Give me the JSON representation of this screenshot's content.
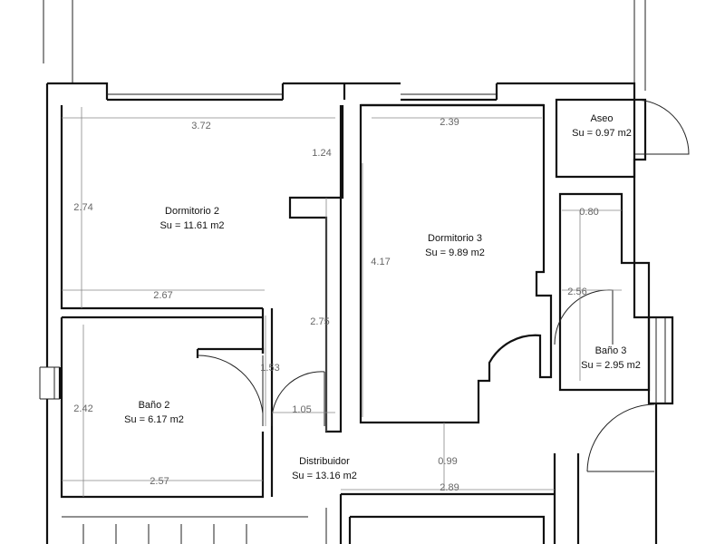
{
  "rooms": [
    {
      "name": "Dormitorio 2",
      "area": "Su = 11.61 m2"
    },
    {
      "name": "Dormitorio 3",
      "area": "Su = 9.89 m2"
    },
    {
      "name": "Aseo",
      "area": "Su = 0.97 m2"
    },
    {
      "name": "Baño 3",
      "area": "Su = 2.95 m2"
    },
    {
      "name": "Baño 2",
      "area": "Su = 6.17 m2"
    },
    {
      "name": "Distribuidor",
      "area": "Su = 13.16 m2"
    }
  ],
  "dimensions": [
    "3.72",
    "1.24",
    "2.74",
    "2.67",
    "2.39",
    "4.17",
    "0.80",
    "2.56",
    "2.75",
    "1.53",
    "1.05",
    "2.42",
    "2.57",
    "0.99",
    "2.89"
  ]
}
